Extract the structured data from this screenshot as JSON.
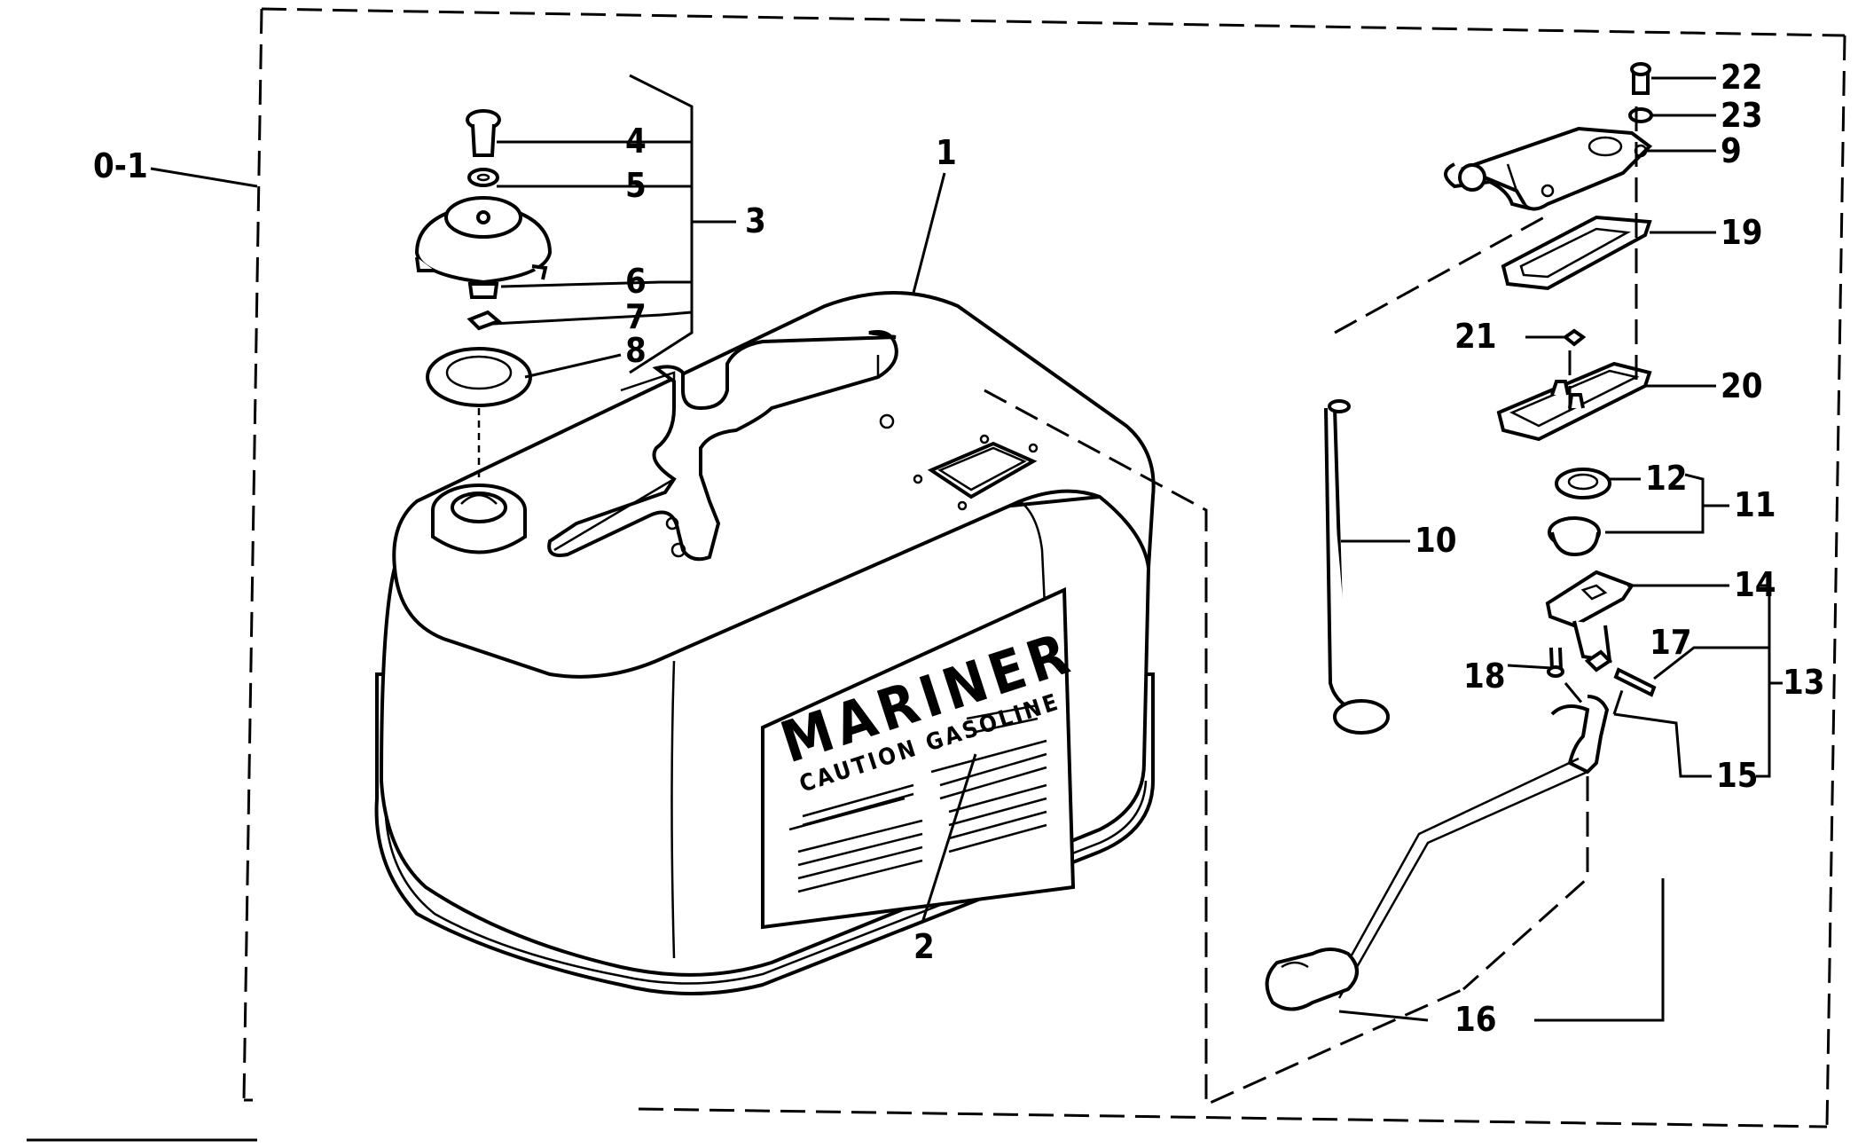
{
  "callouts": {
    "c_0_1": "0-1",
    "c_1": "1",
    "c_2": "2",
    "c_3": "3",
    "c_4": "4",
    "c_5": "5",
    "c_6": "6",
    "c_7": "7",
    "c_8": "8",
    "c_9": "9",
    "c_10": "10",
    "c_11": "11",
    "c_12": "12",
    "c_13": "13",
    "c_14": "14",
    "c_15": "15",
    "c_16": "16",
    "c_17": "17",
    "c_18": "18",
    "c_19": "19",
    "c_20": "20",
    "c_21": "21",
    "c_22": "22",
    "c_23": "23"
  },
  "decal": {
    "brand": "MARINER",
    "caution": "CAUTION GASOLINE"
  }
}
